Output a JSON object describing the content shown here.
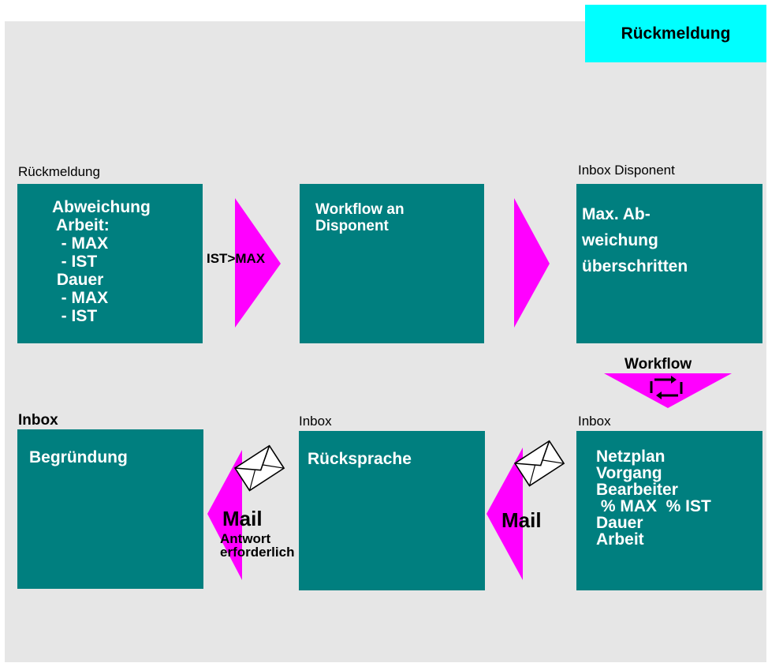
{
  "badge": "Rückmeldung",
  "step1": {
    "label": "Rückmeldung",
    "lines": [
      "Abweichung",
      " Arbeit:",
      "  - MAX",
      "  - IST",
      " Dauer",
      "  - MAX",
      "  - IST"
    ]
  },
  "arrow1_label": "IST>MAX",
  "step2": {
    "lines": [
      "Workflow an",
      "Disponent"
    ]
  },
  "step3": {
    "label": "Inbox Disponent",
    "lines": [
      "Max. Ab-",
      "weichung",
      "überschritten"
    ]
  },
  "workflow_label": "Workflow",
  "step4": {
    "label": "Inbox",
    "lines": [
      "Netzplan",
      "Vorgang",
      "Bearbeiter",
      " % MAX  % IST",
      "Dauer",
      "Arbeit"
    ]
  },
  "mail1_label": "Mail",
  "step5": {
    "label": "Inbox",
    "lines": [
      "Rücksprache"
    ]
  },
  "mail2": {
    "label": "Mail",
    "sub": [
      "Antwort",
      "erforderlich"
    ]
  },
  "step6": {
    "label": "Inbox",
    "lines": [
      "Begründung"
    ]
  },
  "colors": {
    "box": "#007f7f",
    "arrow": "#ff00ff",
    "badge": "#00ffff",
    "background": "#e6e6e6"
  }
}
